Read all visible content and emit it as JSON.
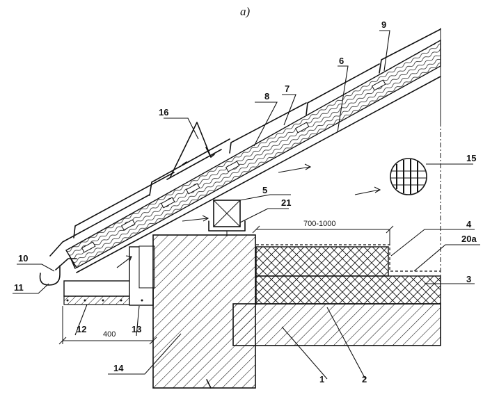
{
  "title": "а)",
  "callouts": {
    "c1": "1",
    "c2": "2",
    "c3": "3",
    "c4": "4",
    "c5": "5",
    "c6": "6",
    "c7": "7",
    "c8": "8",
    "c9": "9",
    "c10": "10",
    "c11": "11",
    "c12": "12",
    "c13": "13",
    "c14": "14",
    "c15": "15",
    "c16": "16",
    "c20a": "20а",
    "c21": "21"
  },
  "dimensions": {
    "gap": "700-1000",
    "eave": "400"
  }
}
